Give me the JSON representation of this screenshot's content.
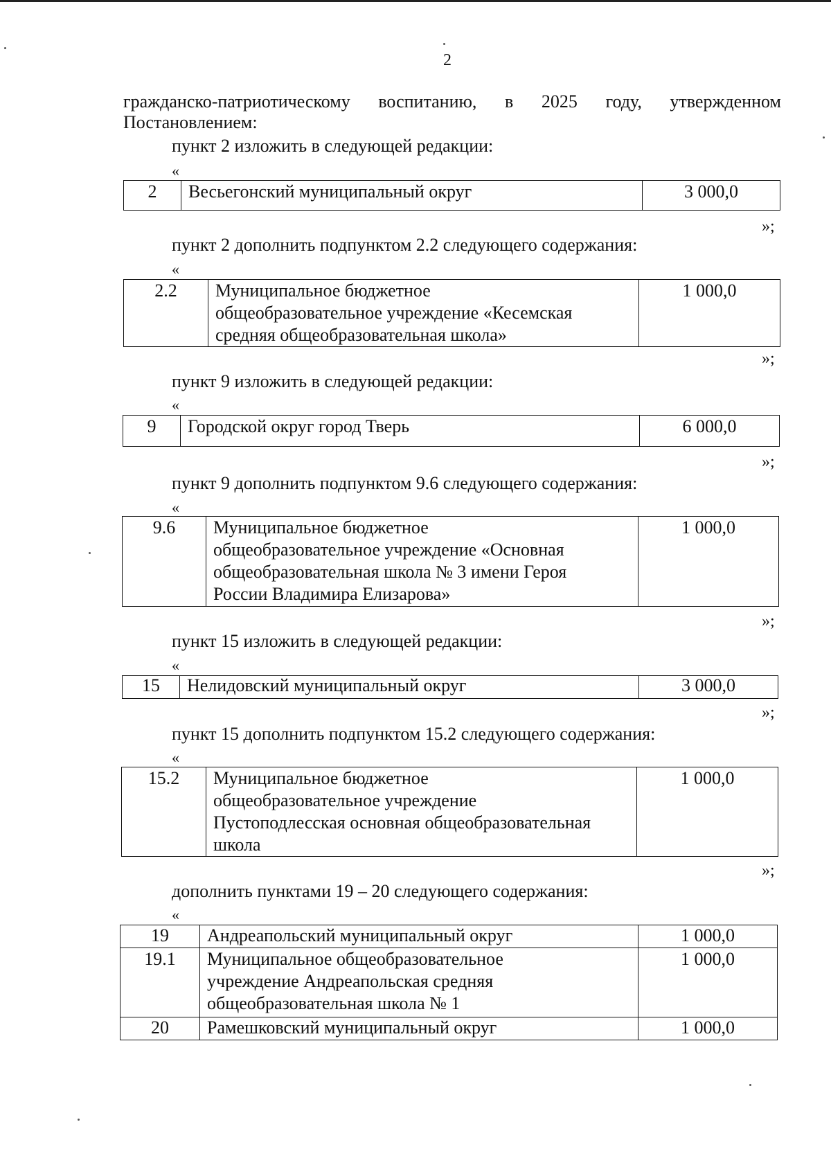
{
  "page_number": "2",
  "intro": {
    "line1": [
      "гражданско-патриотическому",
      "воспитанию,",
      "в",
      "2025",
      "году,",
      "утвержденном"
    ],
    "line2": "Постановлением:"
  },
  "quote_open": "«",
  "quote_close": "»;",
  "sections": [
    {
      "instruction": "пункт 2 изложить в следующей редакции:",
      "rows": [
        {
          "num": "2",
          "name": "Весьегонский муниципальный округ",
          "amount": "3 000,0"
        }
      ]
    },
    {
      "instruction": "пункт 2 дополнить подпунктом 2.2 следующего содержания:",
      "rows": [
        {
          "num": "2.2",
          "name": [
            "Муниципальное бюджетное",
            "общеобразовательное учреждение «Кесемская",
            "средняя общеобразовательная школа»"
          ],
          "amount": "1 000,0"
        }
      ]
    },
    {
      "instruction": "пункт 9 изложить в следующей редакции:",
      "rows": [
        {
          "num": "9",
          "name": "Городской округ город Тверь",
          "amount": "6 000,0"
        }
      ]
    },
    {
      "instruction": "пункт 9 дополнить подпунктом 9.6 следующего содержания:",
      "rows": [
        {
          "num": "9.6",
          "name": [
            "Муниципальное бюджетное",
            "общеобразовательное учреждение «Основная",
            "общеобразовательная школа № 3 имени Героя",
            "России Владимира Елизарова»"
          ],
          "amount": "1 000,0"
        }
      ]
    },
    {
      "instruction": "пункт 15 изложить в следующей редакции:",
      "rows": [
        {
          "num": "15",
          "name": "Нелидовский муниципальный округ",
          "amount": "3 000,0"
        }
      ]
    },
    {
      "instruction": "пункт 15 дополнить подпунктом 15.2 следующего содержания:",
      "rows": [
        {
          "num": "15.2",
          "name": [
            "Муниципальное бюджетное",
            "общеобразовательное учреждение",
            "Пустоподлесская основная общеобразовательная",
            "школа"
          ],
          "amount": "1 000,0"
        }
      ]
    },
    {
      "instruction": "дополнить пунктами 19 – 20 следующего содержания:",
      "rows": [
        {
          "num": "19",
          "name": "Андреапольский муниципальный округ",
          "amount": "1 000,0"
        },
        {
          "num": "19.1",
          "name": [
            "Муниципальное общеобразовательное",
            "учреждение Андреапольская средняя",
            "общеобразовательная школа № 1"
          ],
          "amount": "1 000,0"
        },
        {
          "num": "20",
          "name": "Рамешковский муниципальный округ",
          "amount": "1 000,0"
        }
      ]
    }
  ]
}
